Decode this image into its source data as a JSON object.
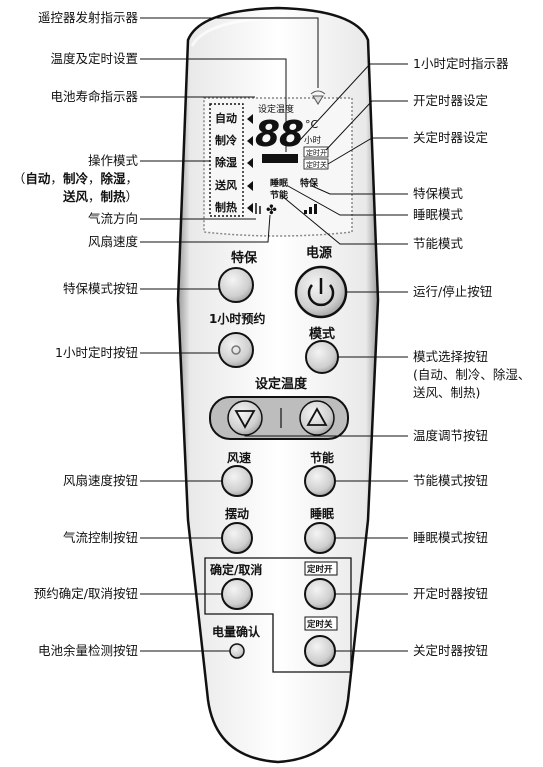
{
  "remote": {
    "lcd_top_label": "设定温度",
    "lcd_digits": "88",
    "lcd_degree": "°C",
    "lcd_hour": "小时",
    "lcd_timer_on": "定时开",
    "lcd_timer_off": "定时关",
    "lcd_mode_auto": "自动",
    "lcd_mode_cool": "制冷",
    "lcd_mode_dry": "除湿",
    "lcd_mode_fan": "送风",
    "lcd_mode_heat": "制热",
    "lcd_sleep": "睡眠",
    "lcd_special": "特保",
    "lcd_energy": "节能",
    "btn_special": "特保",
    "btn_power": "电源",
    "btn_1h": "1小时预约",
    "btn_mode": "模式",
    "temp_panel_label": "设定温度",
    "btn_fan": "风速",
    "btn_energy": "节能",
    "btn_swing": "摆动",
    "btn_sleep": "睡眠",
    "btn_confirm": "确定/取消",
    "btn_timer_on": "定时开",
    "btn_timer_off": "定时关",
    "btn_battery": "电量确认"
  },
  "left_labels": {
    "emitter": "遥控器发射指示器",
    "temp_timer": "温度及定时设置",
    "battery_life": "电池寿命指示器",
    "op_mode": "操作模式",
    "op_mode_l2_open": "（",
    "op_mode_auto": "自动",
    "op_mode_cool": "制冷",
    "op_mode_dry": "除湿",
    "op_mode_fan": "送风",
    "op_mode_heat": "制热",
    "op_mode_close": "）",
    "airflow_dir": "气流方向",
    "fan_speed": "风扇速度",
    "special_btn": "特保模式按钮",
    "timer_1h_btn": "1小时定时按钮",
    "fan_speed_btn": "风扇速度按钮",
    "airflow_btn": "气流控制按钮",
    "confirm_btn": "预约确定/取消按钮",
    "battery_btn": "电池余量检测按钮"
  },
  "right_labels": {
    "timer_1h_ind": "1小时定时指示器",
    "timer_on_set": "开定时器设定",
    "timer_off_set": "关定时器设定",
    "special_mode": "特保模式",
    "sleep_mode": "睡眠模式",
    "energy_mode": "节能模式",
    "run_stop_btn": "运行/停止按钮",
    "mode_select_btn": "模式选择按钮",
    "mode_select_l2": "(自动、制冷、除湿、",
    "mode_select_l3": "送风、制热)",
    "temp_adjust_btn": "温度调节按钮",
    "energy_btn": "节能模式按钮",
    "sleep_btn": "睡眠模式按钮",
    "timer_on_btn": "开定时器按钮",
    "timer_off_btn": "关定时器按钮"
  }
}
